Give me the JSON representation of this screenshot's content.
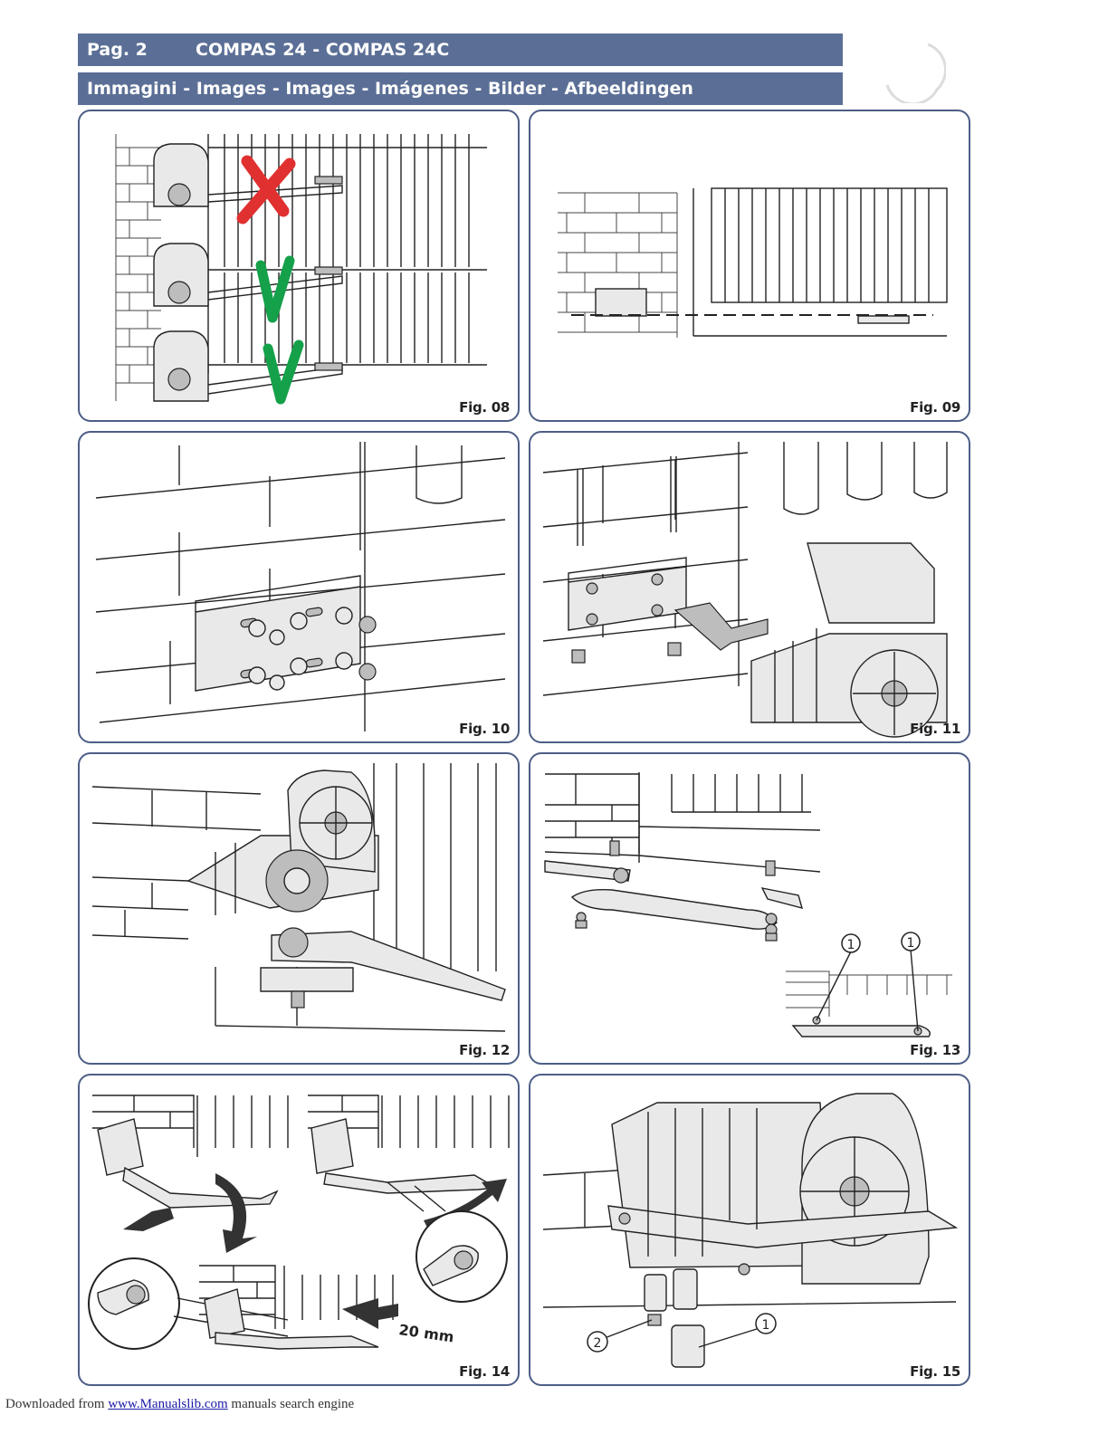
{
  "header": {
    "page": "Pag. 2",
    "product": "COMPAS 24 - COMPAS 24C",
    "section": "Immagini - Images - Images - Imágenes - Bilder - Afbeeldingen"
  },
  "figures": [
    {
      "label": "Fig. 08"
    },
    {
      "label": "Fig. 09"
    },
    {
      "label": "Fig. 10"
    },
    {
      "label": "Fig. 11"
    },
    {
      "label": "Fig. 12"
    },
    {
      "label": "Fig. 13",
      "callouts": [
        "1",
        "1"
      ]
    },
    {
      "label": "Fig. 14",
      "dimension": "20 mm"
    },
    {
      "label": "Fig. 15",
      "callouts": [
        "1",
        "2"
      ]
    }
  ],
  "colors": {
    "header_bar": "#5b6f96",
    "panel_border": "#4d5e86",
    "wrong_mark": "#e03030",
    "right_mark": "#15a04a"
  },
  "footer": {
    "prefix": "Downloaded from ",
    "link": "www.Manualslib.com",
    "suffix": " manuals search engine"
  }
}
